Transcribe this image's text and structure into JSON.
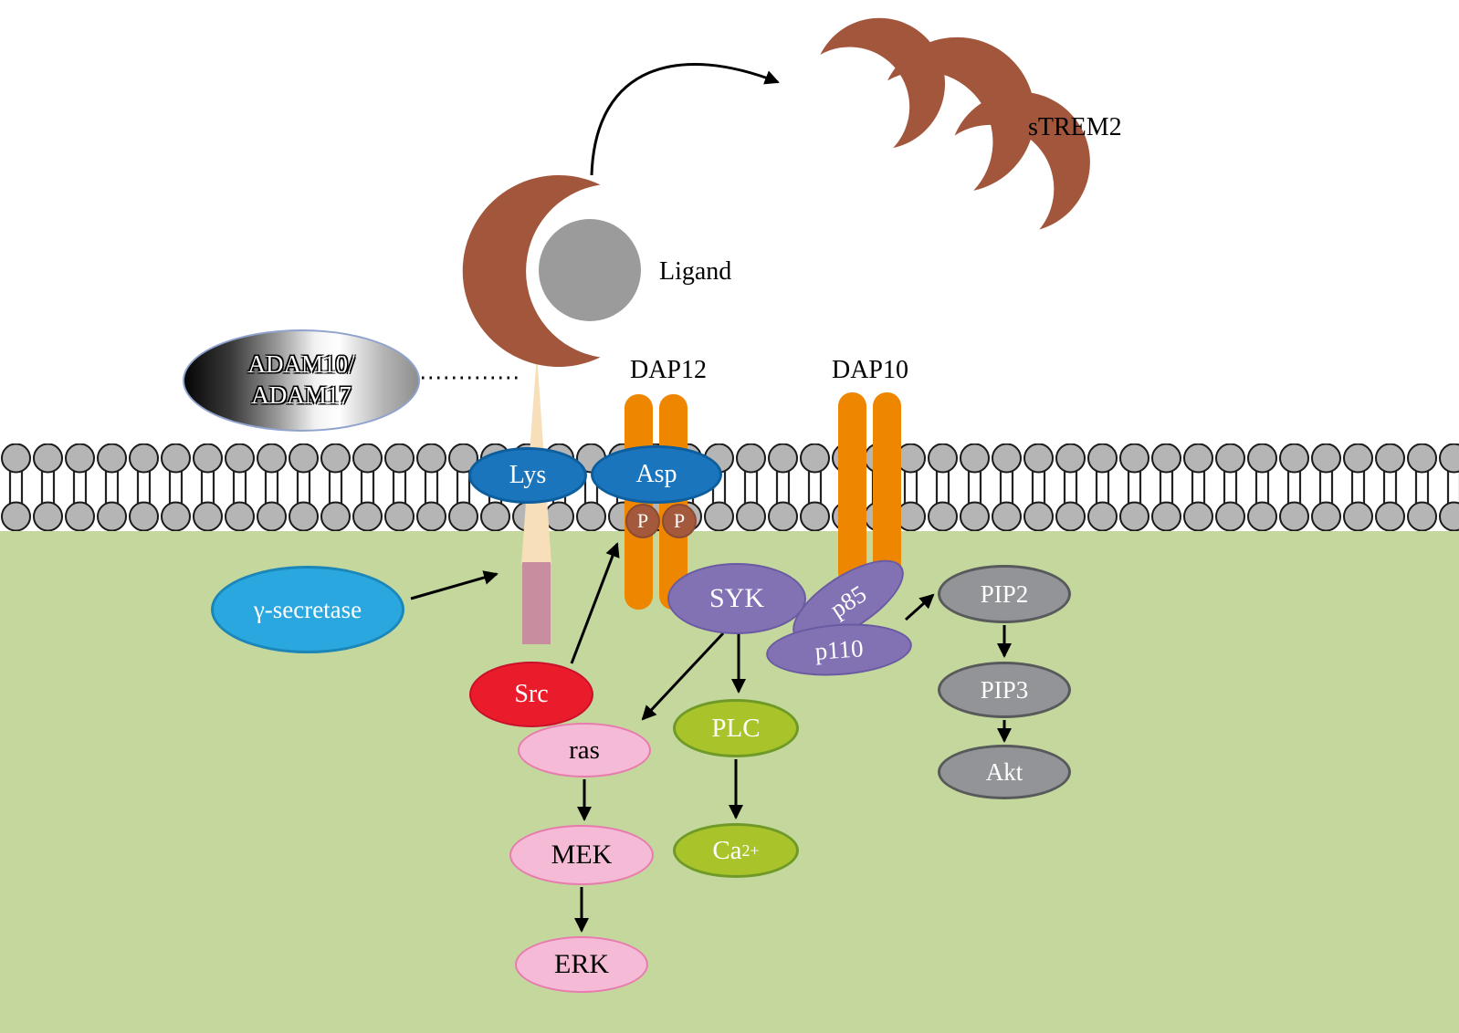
{
  "labels": {
    "ligand": "Ligand",
    "strem2": "sTREM2",
    "dap12": "DAP12",
    "dap10": "DAP10"
  },
  "nodes": {
    "adam_line1": "ADAM10/",
    "adam_line2": "ADAM17",
    "lys": "Lys",
    "asp": "Asp",
    "p_left": "P",
    "p_right": "P",
    "gamma_secretase": "γ-secretase",
    "src": "Src",
    "syk": "SYK",
    "p85": "p85",
    "p110": "p110",
    "pip2": "PIP2",
    "pip3": "PIP3",
    "akt": "Akt",
    "ras": "ras",
    "mek": "MEK",
    "erk": "ERK",
    "plc": "PLC",
    "ca_base": "Ca",
    "ca_sup": "2+"
  },
  "colors": {
    "cytoplasm_green": "#c4d79d",
    "membrane_gray": "#b5b5b5",
    "receptor_brown": "#a2563c",
    "dap_orange": "#ee8600",
    "membrane_node_blue": "#1b75bc",
    "secretase_blue": "#2ba7df",
    "src_red": "#ea1c2c",
    "kinase_purple": "#8272b4",
    "lipid_node_gray": "#929497",
    "mapk_pink": "#f5bad5",
    "plc_green": "#a9c32b",
    "stalk_wheat": "#f7dfb9",
    "stalk_mauve": "#c88ea0",
    "ligand_gray": "#9b9b9b"
  }
}
